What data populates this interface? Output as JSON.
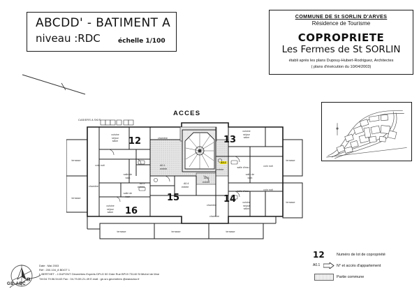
{
  "title_block": {
    "main": "ABCDD' - BATIMENT A",
    "level": "niveau :RDC",
    "scale": "échelle 1/100"
  },
  "header_block": {
    "commune": "COMMUNE  DE  St SORLIN  D'ARVES",
    "residence": "Résidence de Tourisme",
    "copropriete": "COPROPRIETE",
    "name": "Les Fermes de St SORLIN",
    "note1": "établi après les plans Dupouy-Hubert-Rodriguez, Architectes",
    "note2": "( plans d'éxécution du 10/04/2003)"
  },
  "plan": {
    "acces_label": "ACCES",
    "casiers_label": "CASIERS A SKIS",
    "lots": [
      {
        "number": "12"
      },
      {
        "number": "13"
      },
      {
        "number": "14"
      },
      {
        "number": "15"
      },
      {
        "number": "16"
      }
    ],
    "rooms": [
      {
        "label": "cuisine\nséjour\nsalon"
      },
      {
        "label": "chambre"
      },
      {
        "label": "coin nuit"
      },
      {
        "label": "salle de\nbain"
      },
      {
        "label": "salle d'eau"
      },
      {
        "label": "entrée"
      },
      {
        "label": "terrasse"
      },
      {
        "label": "wc"
      }
    ],
    "access_markers": [
      {
        "id": "A0.1",
        "sub": "entrée",
        "highlight": false
      },
      {
        "id": "A0.2",
        "sub": "entrée",
        "highlight": true
      },
      {
        "id": "A0.3",
        "sub": "entrée",
        "highlight": false
      },
      {
        "id": "A0.4",
        "sub": "entrée",
        "highlight": false
      },
      {
        "id": "A0.5",
        "sub": "entrée",
        "highlight": false
      }
    ]
  },
  "legend": {
    "lot_number_sample": "12",
    "lot_number_text": "Numéro de lot de copropriété",
    "access_sample": "A0.1",
    "access_text": "N° et accès d'appartement",
    "common_text": "Partie commune"
  },
  "footer": {
    "date": "Date :  Mai 2003",
    "ref": "Réf :  200.104_8   BDGT  1",
    "firm": "L.BERTHET  -  J.DUPONT Géomètres Experts DPLG 50 Grde Rue BP19 73140 St Michel de Mne",
    "contact": "Tél:04.79.56.54.63      Fax :  04-79-59-21-49    E.mail :  ge-src.geometres @wanadoo.fr",
    "compass_tag": "GB-ABC"
  }
}
